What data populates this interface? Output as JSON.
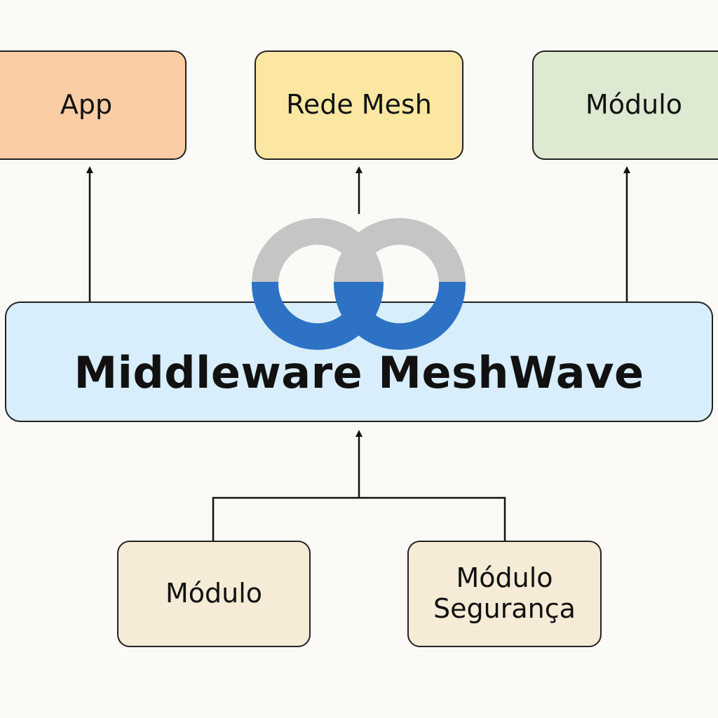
{
  "colors": {
    "app_fill": "#fbcda4",
    "rede_fill": "#fbe7a2",
    "modulo_top_fill": "#dde9d0",
    "middleware_fill": "#d8eefd",
    "bottom_fill": "#f6ebd6",
    "logo_gray": "#c5c5c5",
    "logo_blue": "#2d72c4",
    "line": "#111111"
  },
  "nodes": {
    "app": {
      "label": "App"
    },
    "rede_mesh": {
      "label": "Rede Mesh"
    },
    "modulo_top": {
      "label": "Módulo"
    },
    "middleware": {
      "label": "Middleware MeshWave"
    },
    "modulo_bottom": {
      "label": "Módulo"
    },
    "modulo_seguranca": {
      "label": "Módulo\nSegurança"
    }
  },
  "logo": {
    "icon": "interlocking-rings-icon"
  }
}
